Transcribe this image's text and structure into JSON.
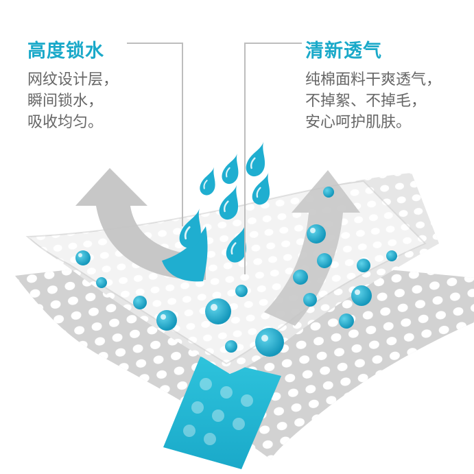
{
  "left_callout": {
    "title": "高度锁水",
    "lines": [
      "网纹设计层，",
      "瞬间锁水，",
      "吸收均匀。"
    ]
  },
  "right_callout": {
    "title": "清新透气",
    "lines": [
      "纯棉面料干爽透气，",
      "不掉絮、不掉毛，",
      "安心呵护肌肤。"
    ]
  },
  "colors": {
    "accent": "#1aa9c9",
    "body_text": "#666666",
    "drop": "#1faed0",
    "arrow": "#c4c4c4",
    "layer_gray": "#d2d2d2"
  }
}
